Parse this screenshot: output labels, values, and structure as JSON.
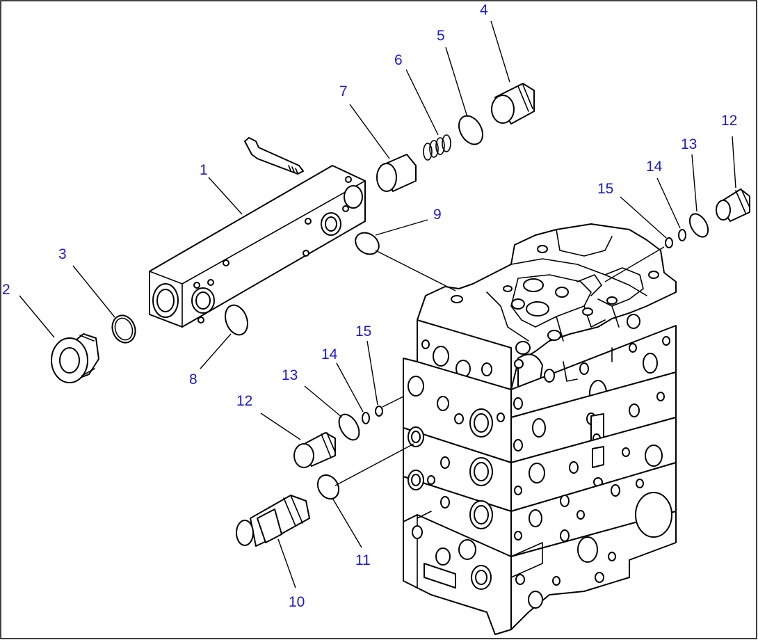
{
  "callouts": [
    {
      "id": "c1",
      "label": "1"
    },
    {
      "id": "c2",
      "label": "2"
    },
    {
      "id": "c3",
      "label": "3"
    },
    {
      "id": "c4",
      "label": "4"
    },
    {
      "id": "c5",
      "label": "5"
    },
    {
      "id": "c6",
      "label": "6"
    },
    {
      "id": "c7",
      "label": "7"
    },
    {
      "id": "c8",
      "label": "8"
    },
    {
      "id": "c9",
      "label": "9"
    },
    {
      "id": "c10",
      "label": "10"
    },
    {
      "id": "c11",
      "label": "11"
    },
    {
      "id": "c12a",
      "label": "12"
    },
    {
      "id": "c12b",
      "label": "12"
    },
    {
      "id": "c13a",
      "label": "13"
    },
    {
      "id": "c13b",
      "label": "13"
    },
    {
      "id": "c14a",
      "label": "14"
    },
    {
      "id": "c14b",
      "label": "14"
    },
    {
      "id": "c15a",
      "label": "15"
    },
    {
      "id": "c15b",
      "label": "15"
    }
  ],
  "colors": {
    "callout": "#1a1acc",
    "line": "#000000",
    "background": "#ffffff"
  }
}
